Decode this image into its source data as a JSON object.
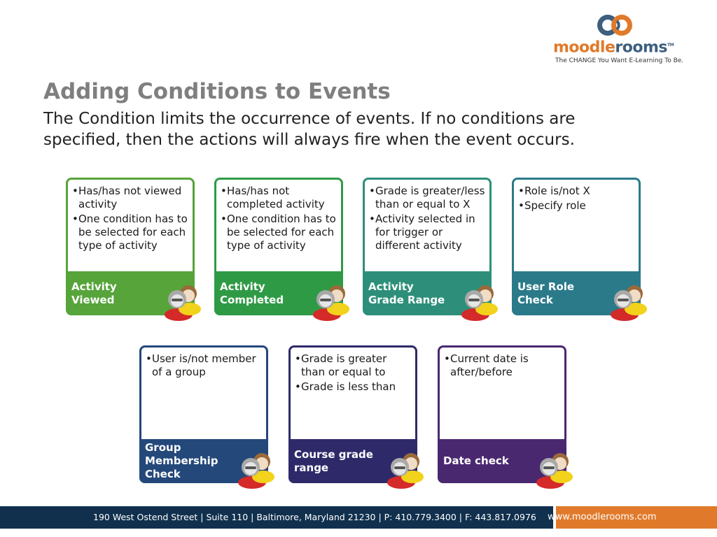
{
  "logo": {
    "word_part1": "moodle",
    "word_part2": "rooms",
    "trademark": "TM",
    "tagline": "The CHANGE You Want E-Learning To Be."
  },
  "heading": {
    "title": "Adding Conditions to Events",
    "subtitle": "The Condition limits the occurrence of events. If no conditions are specified, then the actions will always fire when the event occurs."
  },
  "cards": [
    {
      "bullets": [
        "Has/has not viewed  activity",
        "One condition has to be selected for each type of activity"
      ],
      "label": "Activity Viewed"
    },
    {
      "bullets": [
        "Has/has not completed activity",
        "One condition has to be selected for each type of activity"
      ],
      "label": "Activity Completed"
    },
    {
      "bullets": [
        "Grade is greater/less than or equal to X",
        "Activity selected in for trigger or different activity"
      ],
      "label": "Activity Grade Range"
    },
    {
      "bullets": [
        "Role is/not X",
        "Specify role"
      ],
      "label": "User Role Check"
    },
    {
      "bullets": [
        "User is/not member of a group"
      ],
      "label": "Group Membership Check"
    },
    {
      "bullets": [
        "Grade is greater than or equal to",
        "Grade is less than"
      ],
      "label": "Course grade range"
    },
    {
      "bullets": [
        "Current date is after/before"
      ],
      "label": "Date check"
    }
  ],
  "footer": {
    "address": "190 West Ostend Street | Suite 110 | Baltimore, Maryland 21230 | P: 410.779.3400 | F: 443.817.0976",
    "url": "www.moodlerooms.com"
  },
  "colors": {
    "title_gray": "#7f7f7f",
    "brand_orange": "#e07a2a",
    "brand_navy": "#10304e",
    "card_activity_viewed": "#56a43a",
    "card_activity_completed": "#2f9a46",
    "card_activity_grade_range": "#2d8f7a",
    "card_user_role_check": "#2a7a8a",
    "card_group_membership": "#24487a",
    "card_course_grade_range": "#2e2a6a",
    "card_date_check": "#4a2870"
  },
  "icons": {
    "logo_mark": "moodlerooms-logo-icon",
    "card_avatar": "users-icon"
  }
}
